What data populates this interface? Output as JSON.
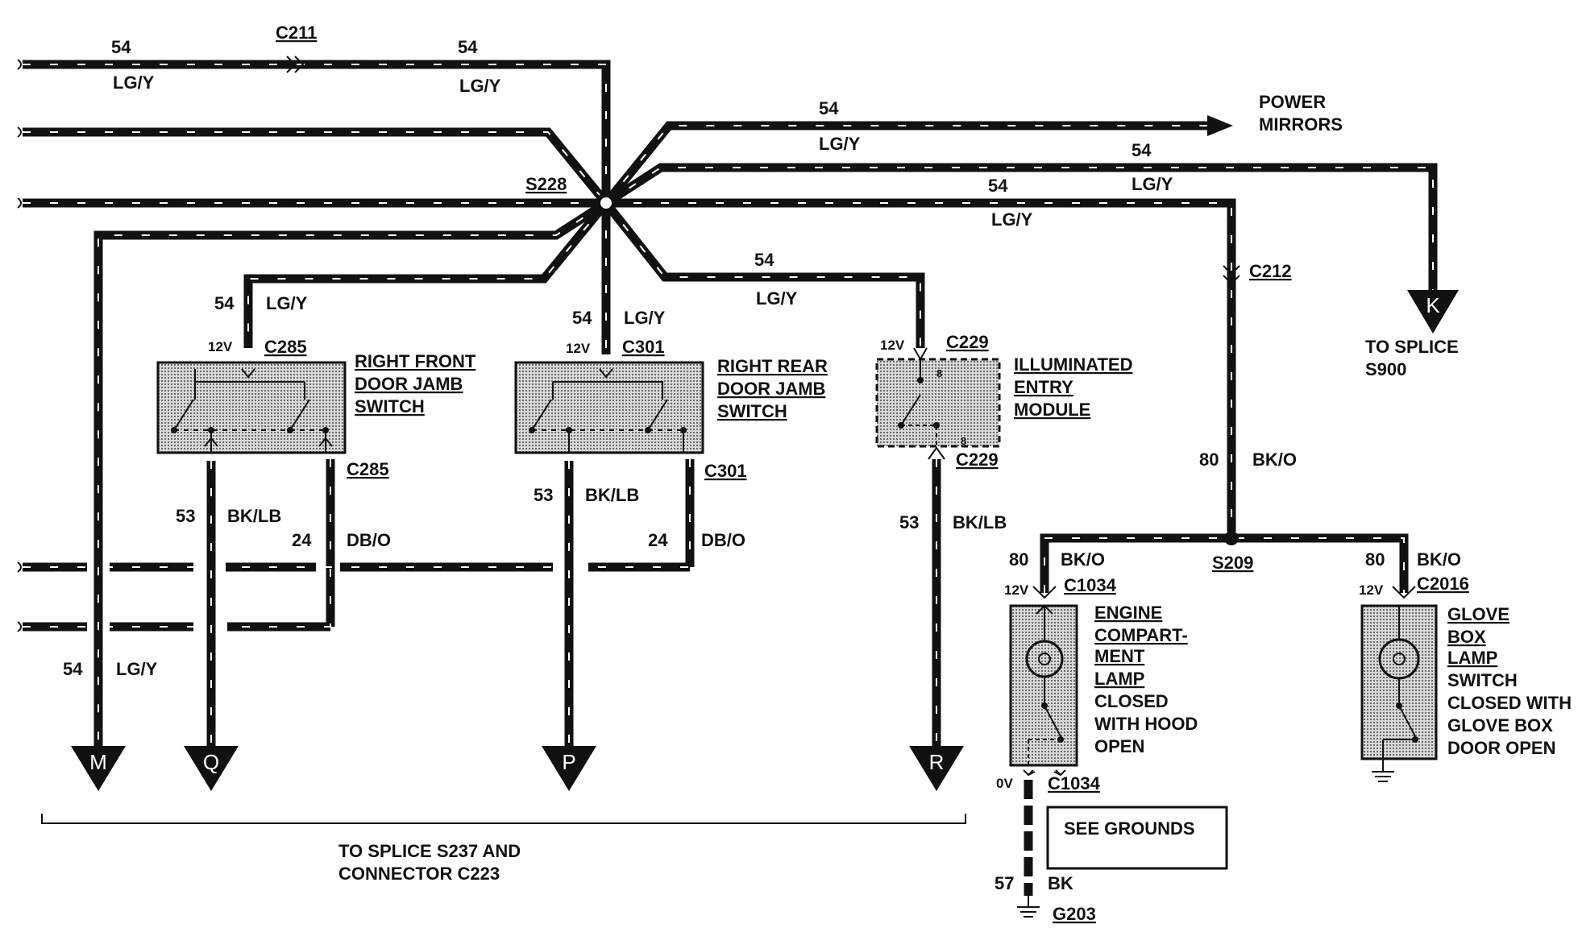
{
  "wires": {
    "top_left_num": "54",
    "top_left_color": "LG/Y",
    "top_mid_num": "54",
    "top_mid_color": "LG/Y",
    "pm_num": "54",
    "pm_color": "LG/Y",
    "k_num": "54",
    "k_color": "LG/Y",
    "c212_num": "54",
    "c212_color": "LG/Y",
    "rf_num": "54",
    "rf_color": "LG/Y",
    "rr_num": "54",
    "rr_color": "LG/Y",
    "iem_num": "54",
    "iem_color": "LG/Y",
    "m_num": "54",
    "m_color": "LG/Y",
    "q_num": "53",
    "q_color": "BK/LB",
    "db1_num": "24",
    "db1_color": "DB/O",
    "p_num": "53",
    "p_color": "BK/LB",
    "db2_num": "24",
    "db2_color": "DB/O",
    "r_num": "53",
    "r_color": "BK/LB",
    "bko_num": "80",
    "bko_color": "BK/O",
    "ec_num": "80",
    "ec_color": "BK/O",
    "gb_num": "80",
    "gb_color": "BK/O",
    "gnd_num": "57",
    "gnd_color": "BK"
  },
  "connectors": {
    "c211": "C211",
    "s228": "S228",
    "c212": "C212",
    "c285_top": "C285",
    "c285_bot": "C285",
    "c301_top": "C301",
    "c301_bot": "C301",
    "c229_top": "C229",
    "c229_bot": "C229",
    "s209": "S209",
    "c1034_top": "C1034",
    "c1034_bot": "C1034",
    "c2016": "C2016",
    "g203": "G203"
  },
  "voltages": {
    "rf": "12V",
    "rr": "12V",
    "iem": "12V",
    "ec": "12V",
    "gb": "12V",
    "ec_bottom": "0V"
  },
  "pins": {
    "iem_top": "8",
    "iem_bottom": "8"
  },
  "components": {
    "power_mirrors": [
      "POWER",
      "MIRRORS"
    ],
    "rf_switch": [
      "RIGHT FRONT",
      "DOOR JAMB",
      "SWITCH"
    ],
    "rr_switch": [
      "RIGHT REAR",
      "DOOR JAMB",
      "SWITCH"
    ],
    "iem": [
      "ILLUMINATED",
      "ENTRY",
      "MODULE"
    ],
    "engine_lamp_title": [
      "ENGINE",
      "COMPART-",
      "MENT",
      "LAMP"
    ],
    "engine_lamp_note": [
      "CLOSED",
      "WITH HOOD",
      "OPEN"
    ],
    "glove_title": [
      "GLOVE",
      "BOX",
      "LAMP"
    ],
    "glove_note": [
      "SWITCH",
      "CLOSED WITH",
      "GLOVE BOX",
      "DOOR OPEN"
    ],
    "see_grounds": "SEE GROUNDS",
    "to_splice_s900": [
      "TO SPLICE",
      "S900"
    ],
    "bottom_note": [
      "TO SPLICE S237 AND",
      "CONNECTOR C223"
    ]
  },
  "offpage": {
    "m": "M",
    "q": "Q",
    "p": "P",
    "r": "R",
    "k": "K"
  },
  "colors": {
    "ink": "#111111",
    "background": "#ffffff",
    "component_fill": "#bdbdbd"
  }
}
